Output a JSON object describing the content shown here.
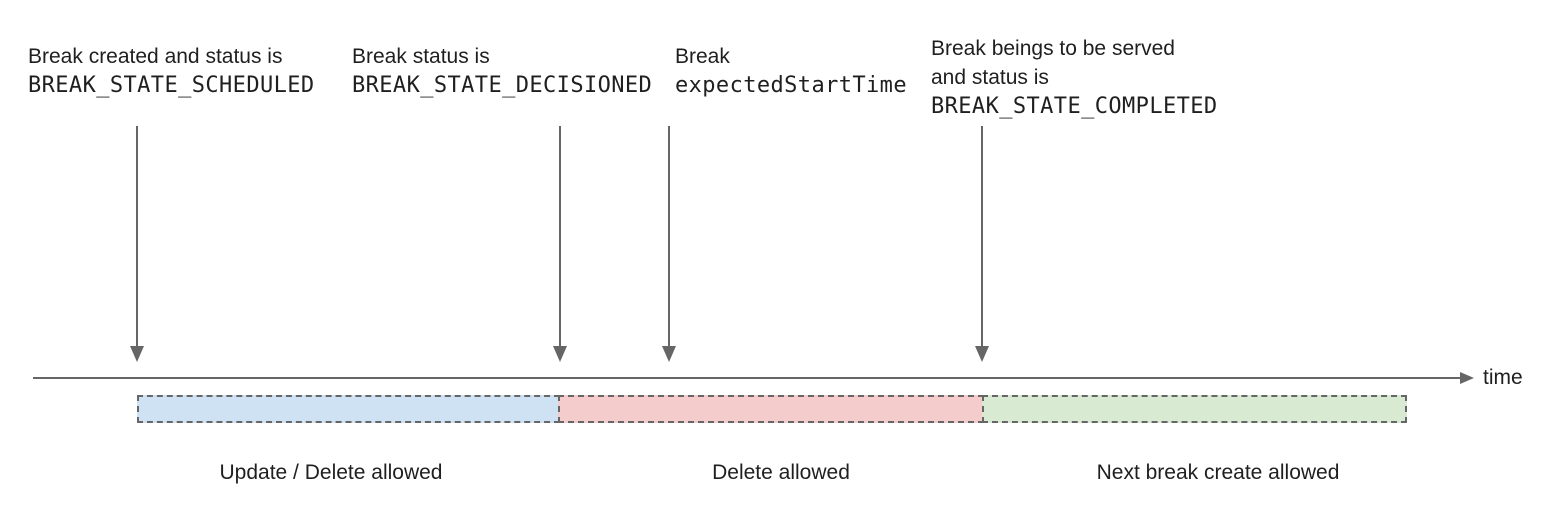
{
  "colors": {
    "text": "#1f1f1f",
    "line_and_border": "#666666",
    "update_delete_fill": "#cfe2f3",
    "delete_fill": "#f4cccc",
    "next_break_fill": "#d9ead3"
  },
  "annotations": [
    {
      "line1": "Break created and status is",
      "code": "BREAK_STATE_SCHEDULED"
    },
    {
      "line1": "Break status is",
      "code": "BREAK_STATE_DECISIONED"
    },
    {
      "line1": "Break",
      "code": "expectedStartTime"
    },
    {
      "line1": "Break beings to be served",
      "line2": "and status is",
      "code": "BREAK_STATE_COMPLETED"
    }
  ],
  "axis": {
    "label": "time"
  },
  "segments": [
    {
      "label": "Update / Delete allowed",
      "color": "#cfe2f3"
    },
    {
      "label": "Delete allowed",
      "color": "#f4cccc"
    },
    {
      "label": "Next break create allowed",
      "color": "#d9ead3"
    }
  ]
}
